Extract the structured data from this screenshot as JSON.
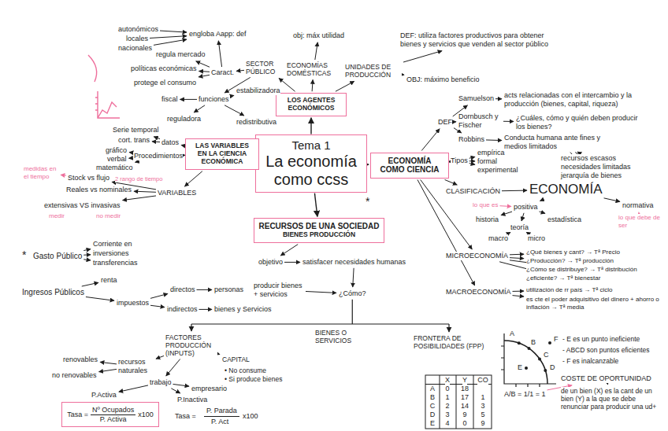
{
  "diagram": {
    "nodes": [
      {
        "text": [
          "Tema 1",
          "La economía como ccss"
        ]
      },
      {
        "text": [
          "LOS AGENTES ECONÓMICOS"
        ]
      },
      {
        "text": [
          "LAS VARIABLES EN LA CIENCIA ECONÓMICA"
        ]
      },
      {
        "text": [
          "ECONOMÍA COMO CIENCIA"
        ]
      },
      {
        "text": [
          "RECURSOS DE UNA SOCIEDAD",
          "BIENES PRODUCCIÓN"
        ]
      },
      {
        "text": [
          "Tasa =",
          "Nº Ocupados",
          "P. Activa",
          "x100"
        ]
      }
    ],
    "edges": [
      {
        "from": 0,
        "to": 1,
        "arrow": "to"
      },
      {
        "from": 0,
        "to": 2,
        "arrow": "to"
      },
      {
        "from": 0,
        "to": 3,
        "arrow": "to"
      },
      {
        "from": 0,
        "to": 4,
        "arrow": "to"
      }
    ],
    "labels": [
      "obj: máx utilidad",
      "SECTOR PÚBLICO",
      "ECONOMÍAS DOMÉSTICAS",
      "UNIDADES DE PRODUCCIÓN",
      "DEF: utiliza factores productivos para obtener bienes y servicios que venden al sector público",
      "OBJ: máximo beneficio",
      "autonómicos",
      "locales",
      "nacionales",
      "engloba Aapp: def",
      "regula mercado",
      "políticas económicas",
      "protege el consumo",
      "Caract.",
      "fiscal",
      "funciones",
      "estabilizadora",
      "reguladora",
      "redistributiva",
      "datos",
      "Serie temporal",
      "cort. trans",
      "Procedimientos",
      "gráfico",
      "verbal",
      "matemático",
      "VARIABLES",
      "Stock vs flujo",
      "Reales vs nominales",
      "extensivas VS invasivas",
      "medidas en el tiempo",
      "2 rango de tiempo",
      "medir",
      "no medir",
      "DEF",
      "Samuelson",
      "acts relacionadas con el intercambio y la producción (bienes, capital, riqueza)",
      "Dornbusch y Fischer",
      "¿Cuáles, cómo y quién deben producir los bienes?",
      "Robbins",
      "Conducta humana ante fines y medios limitados",
      "recursos escasos",
      "necesidades limitadas",
      "jerarquía de bienes",
      "Tipos",
      "empírica",
      "formal",
      "experimental",
      "CLASIFICACIÓN",
      "ECONOMÍA",
      "lo que es",
      "positiva",
      "normativa",
      "lo que debe de ser",
      "historia",
      "estadística",
      "teoría",
      "macro",
      "micro",
      "MICROECONOMÍA",
      "¿Qué bienes y cant? → Tª Precio",
      "¿Producción? → Tª producción",
      "¿Cómo se distribuye? → Tª distribución",
      "¿eficiente? → Tª bienestar",
      "MACROECONOMÍA",
      "utilización de rr país → Tª ciclo",
      "es cte el poder adquisitivo del dinero + ahorro o inflación → Tª media",
      "objetivo",
      "satisfacer necesidades humanas",
      "producir bienes + servicios",
      "¿Cómo?",
      "*",
      "*",
      "Gasto Público",
      "Corriente en",
      "inversiones",
      "transferencias",
      "Ingresos Públicos",
      "renta",
      "impuestos",
      "directos",
      "personas",
      "indirectos",
      "bienes y Servicios",
      "BIENES O SERVICIOS",
      "FACTORES PRODUCCIÓN (INPUTS)",
      "recursos naturales",
      "CAPITAL",
      "• No consume",
      "• Si produce bienes",
      "renovables",
      "no renovables",
      "trabajo",
      "empresario",
      "P.Activa",
      "P.Inactiva",
      "Tasa =",
      "P. Parada",
      "P. Act",
      "x100",
      "FRONTERA DE POSIBILIDADES (FPP)",
      "A",
      "B",
      "C",
      "D",
      "E",
      "F",
      "- E es un punto ineficiente",
      "- ABCD son puntos eficientes",
      "- F es inalcanzable",
      "X",
      "Y",
      "CO",
      "A",
      "0",
      "18",
      "B",
      "1",
      "17",
      "1",
      "C",
      "2",
      "14",
      "3",
      "D",
      "3",
      "9",
      "5",
      "E",
      "4",
      "0",
      "9",
      "COSTE DE OPORTUNIDAD",
      "A/B = 1/1 = 1",
      "de un bien (X) es la cant de un bien (Y) a la que se debe renunciar para producir una ud+"
    ]
  }
}
